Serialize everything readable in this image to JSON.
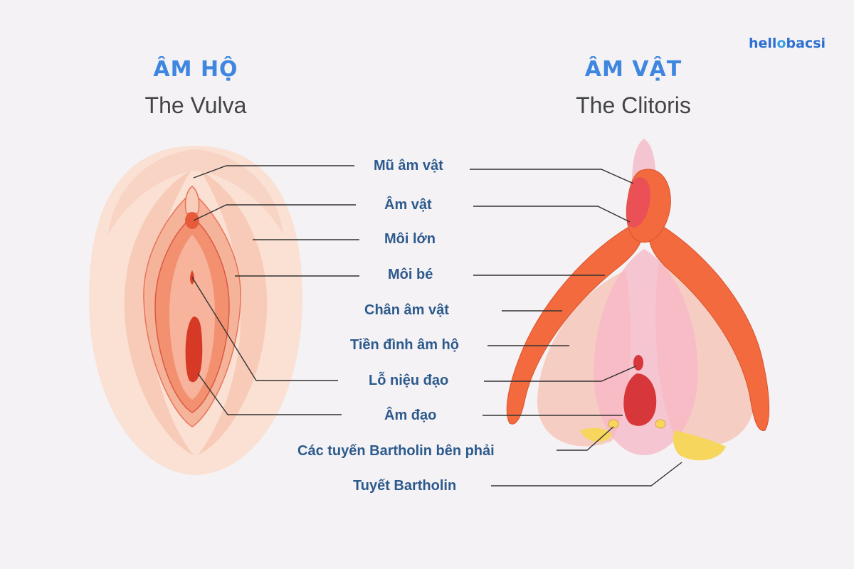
{
  "brand": {
    "logo_text": "hellobacsi",
    "color": "#2d6fd1"
  },
  "left_figure": {
    "title_vn": "ÂM HỘ",
    "title_en": "The Vulva"
  },
  "right_figure": {
    "title_vn": "ÂM VẬT",
    "title_en": "The Clitoris"
  },
  "labels": [
    {
      "id": "mu-am-vat",
      "text": "Mũ âm vật"
    },
    {
      "id": "am-vat",
      "text": "Âm vật"
    },
    {
      "id": "moi-lon",
      "text": "Môi lớn"
    },
    {
      "id": "moi-be",
      "text": "Môi bé"
    },
    {
      "id": "chan-am-vat",
      "text": "Chân âm vật"
    },
    {
      "id": "tien-dinh-am-ho",
      "text": "Tiền đình âm hộ"
    },
    {
      "id": "lo-nieu-dao",
      "text": "Lỗ niệu đạo"
    },
    {
      "id": "am-dao",
      "text": "Âm đạo"
    },
    {
      "id": "tuyen-bartholin-ben-phai",
      "text": "Các tuyến Bartholin bên phải"
    },
    {
      "id": "tuyet-bartholin",
      "text": "Tuyết Bartholin"
    }
  ],
  "colors": {
    "title_vn": "#3e86e0",
    "label_text": "#2d5a8c",
    "leader_line": "#333333",
    "skin": "#fbdcd0",
    "labia": "#f4a98d",
    "clitoris_body": "#f26a3d",
    "gland": "#f6d65c"
  }
}
